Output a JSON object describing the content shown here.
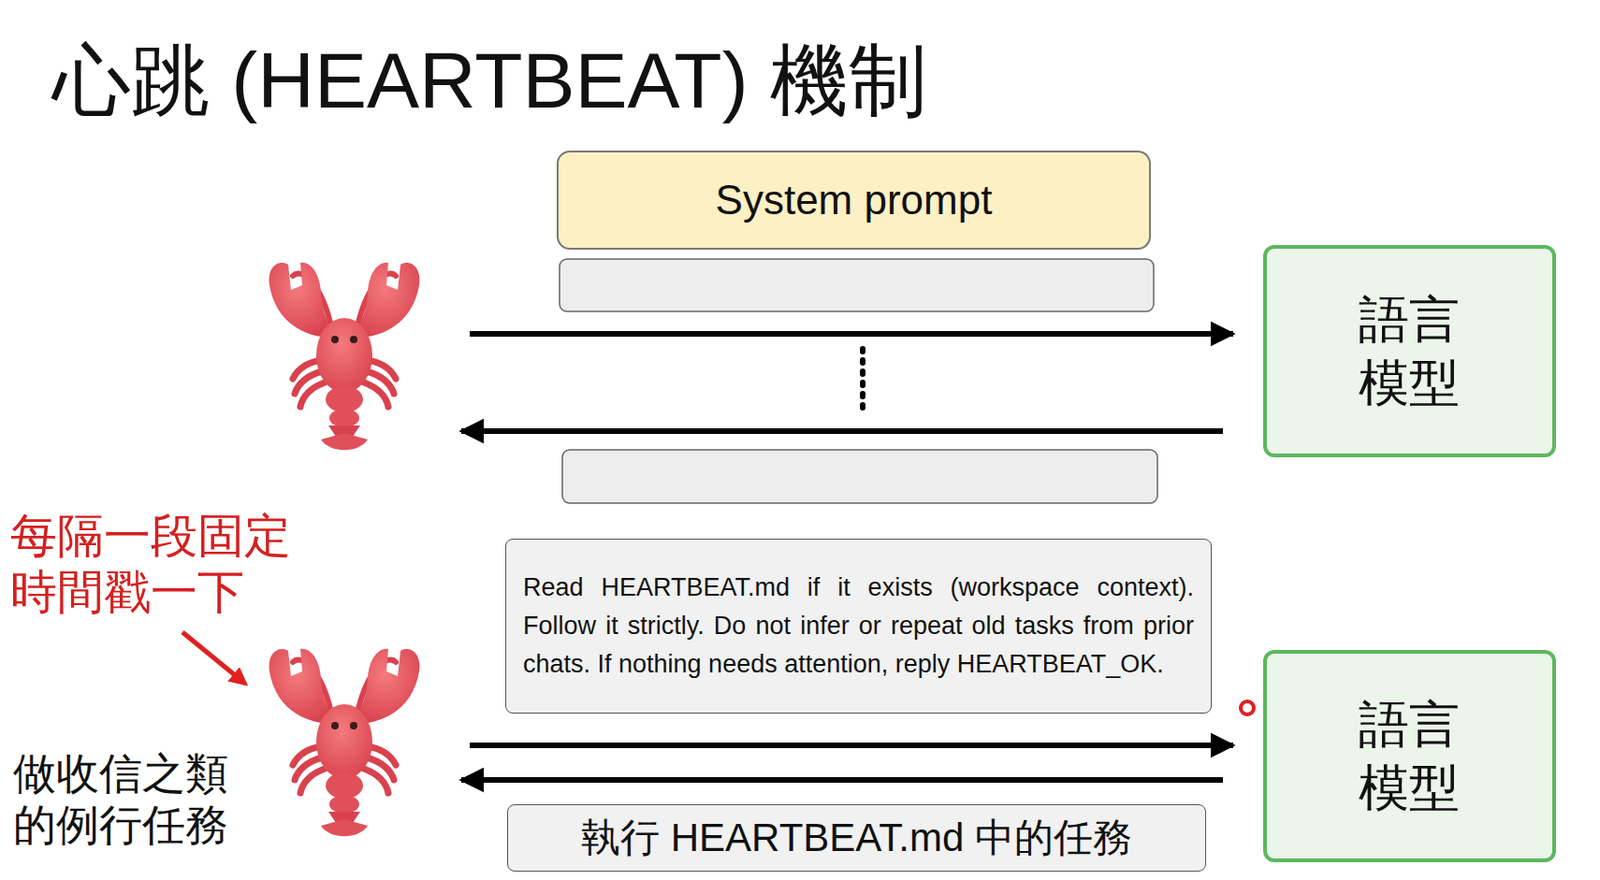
{
  "diagram": {
    "title": "心跳 (HEARTBEAT) 機制",
    "nodes": [
      {
        "text": [
          "System prompt"
        ]
      },
      {
        "text": [
          "語言 模型"
        ]
      },
      {
        "text": [
          "Read HEARTBEAT.md if it exists (workspace context). Follow it strictly. Do not infer or repeat old tasks from prior chats. If nothing needs attention, reply HEARTBEAT_OK."
        ]
      },
      {
        "text": [
          "語言 模型"
        ]
      },
      {
        "text": [
          "執行 HEARTBEAT.md 中的任務"
        ]
      }
    ],
    "labels": [
      "每隔一段固定 時間戳一下",
      "做收信之類 的例行任務"
    ]
  }
}
